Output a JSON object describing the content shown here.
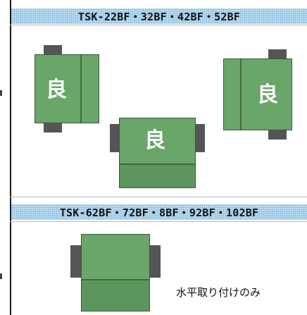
{
  "sections": [
    {
      "header": "TSK-22BF・32BF・42BF・52BF"
    },
    {
      "header": "TSK-62BF・72BF・8BF・92BF・102BF"
    }
  ],
  "units": {
    "left_label": "良",
    "middle_label": "良",
    "right_label": "良"
  },
  "caption": "水平取り付けのみ",
  "colors": {
    "body_green": "#6aa56a",
    "flange_gray": "#555555",
    "header_blue": "#bfe0f5"
  }
}
